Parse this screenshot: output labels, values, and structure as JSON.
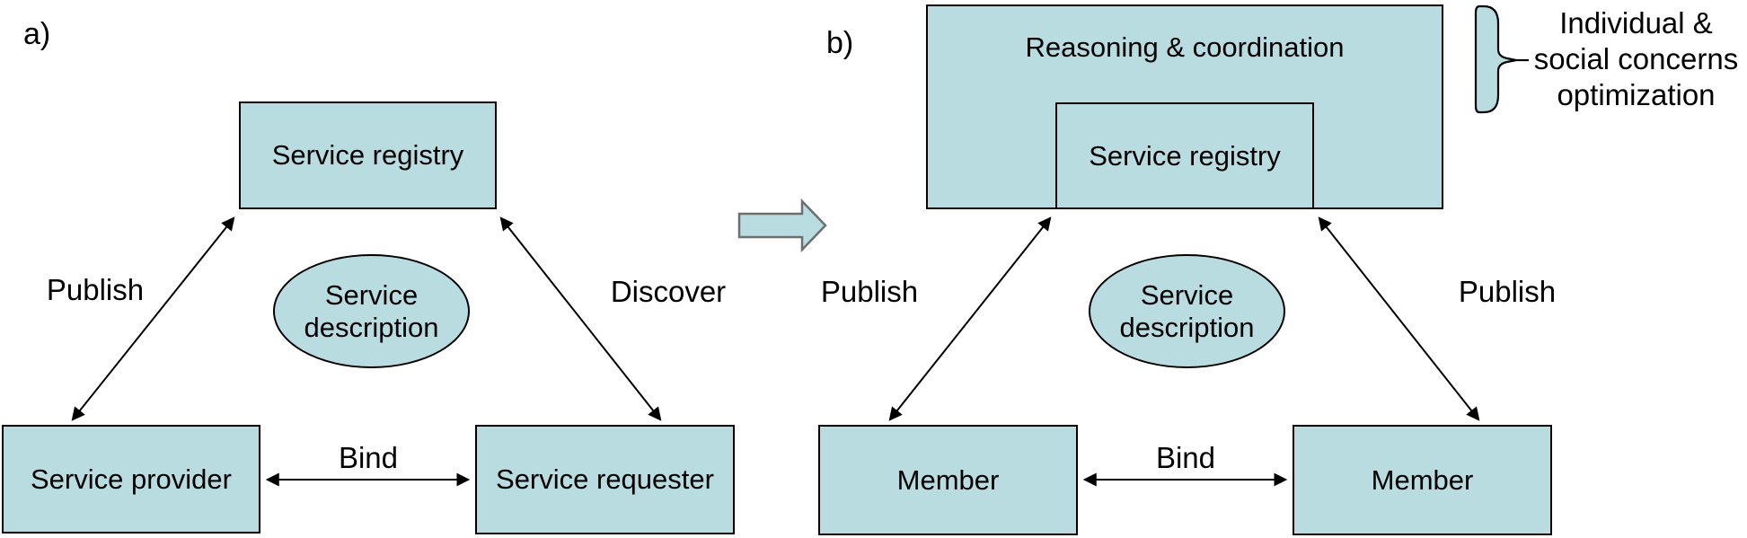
{
  "figure": {
    "type": "architecture-diagram",
    "caption_visible": false
  },
  "colors": {
    "shape_fill": "#b8dce0",
    "shape_stroke": "#000000",
    "connector_color": "#000000",
    "transform_arrow_fill": "#b8dce0",
    "transform_arrow_stroke": "#6e6e6e",
    "background": "#ffffff"
  },
  "icons": {
    "transform_arrow": "right-block-arrow",
    "brace": "right-curly-brace"
  },
  "panel_a": {
    "label": "a)",
    "nodes": {
      "registry": "Service registry",
      "provider": "Service provider",
      "requester": "Service requester",
      "description": "Service description"
    },
    "edges": {
      "publish": "Publish",
      "discover": "Discover",
      "bind": "Bind"
    }
  },
  "panel_b": {
    "label": "b)",
    "nodes": {
      "reasoning": "Reasoning & coordination",
      "registry": "Service registry",
      "member_left": "Member",
      "member_right": "Member",
      "description": "Service description"
    },
    "edges": {
      "publish_left": "Publish",
      "publish_right": "Publish",
      "bind": "Bind"
    },
    "annotation": "Individual &\nsocial concerns\noptimization"
  }
}
